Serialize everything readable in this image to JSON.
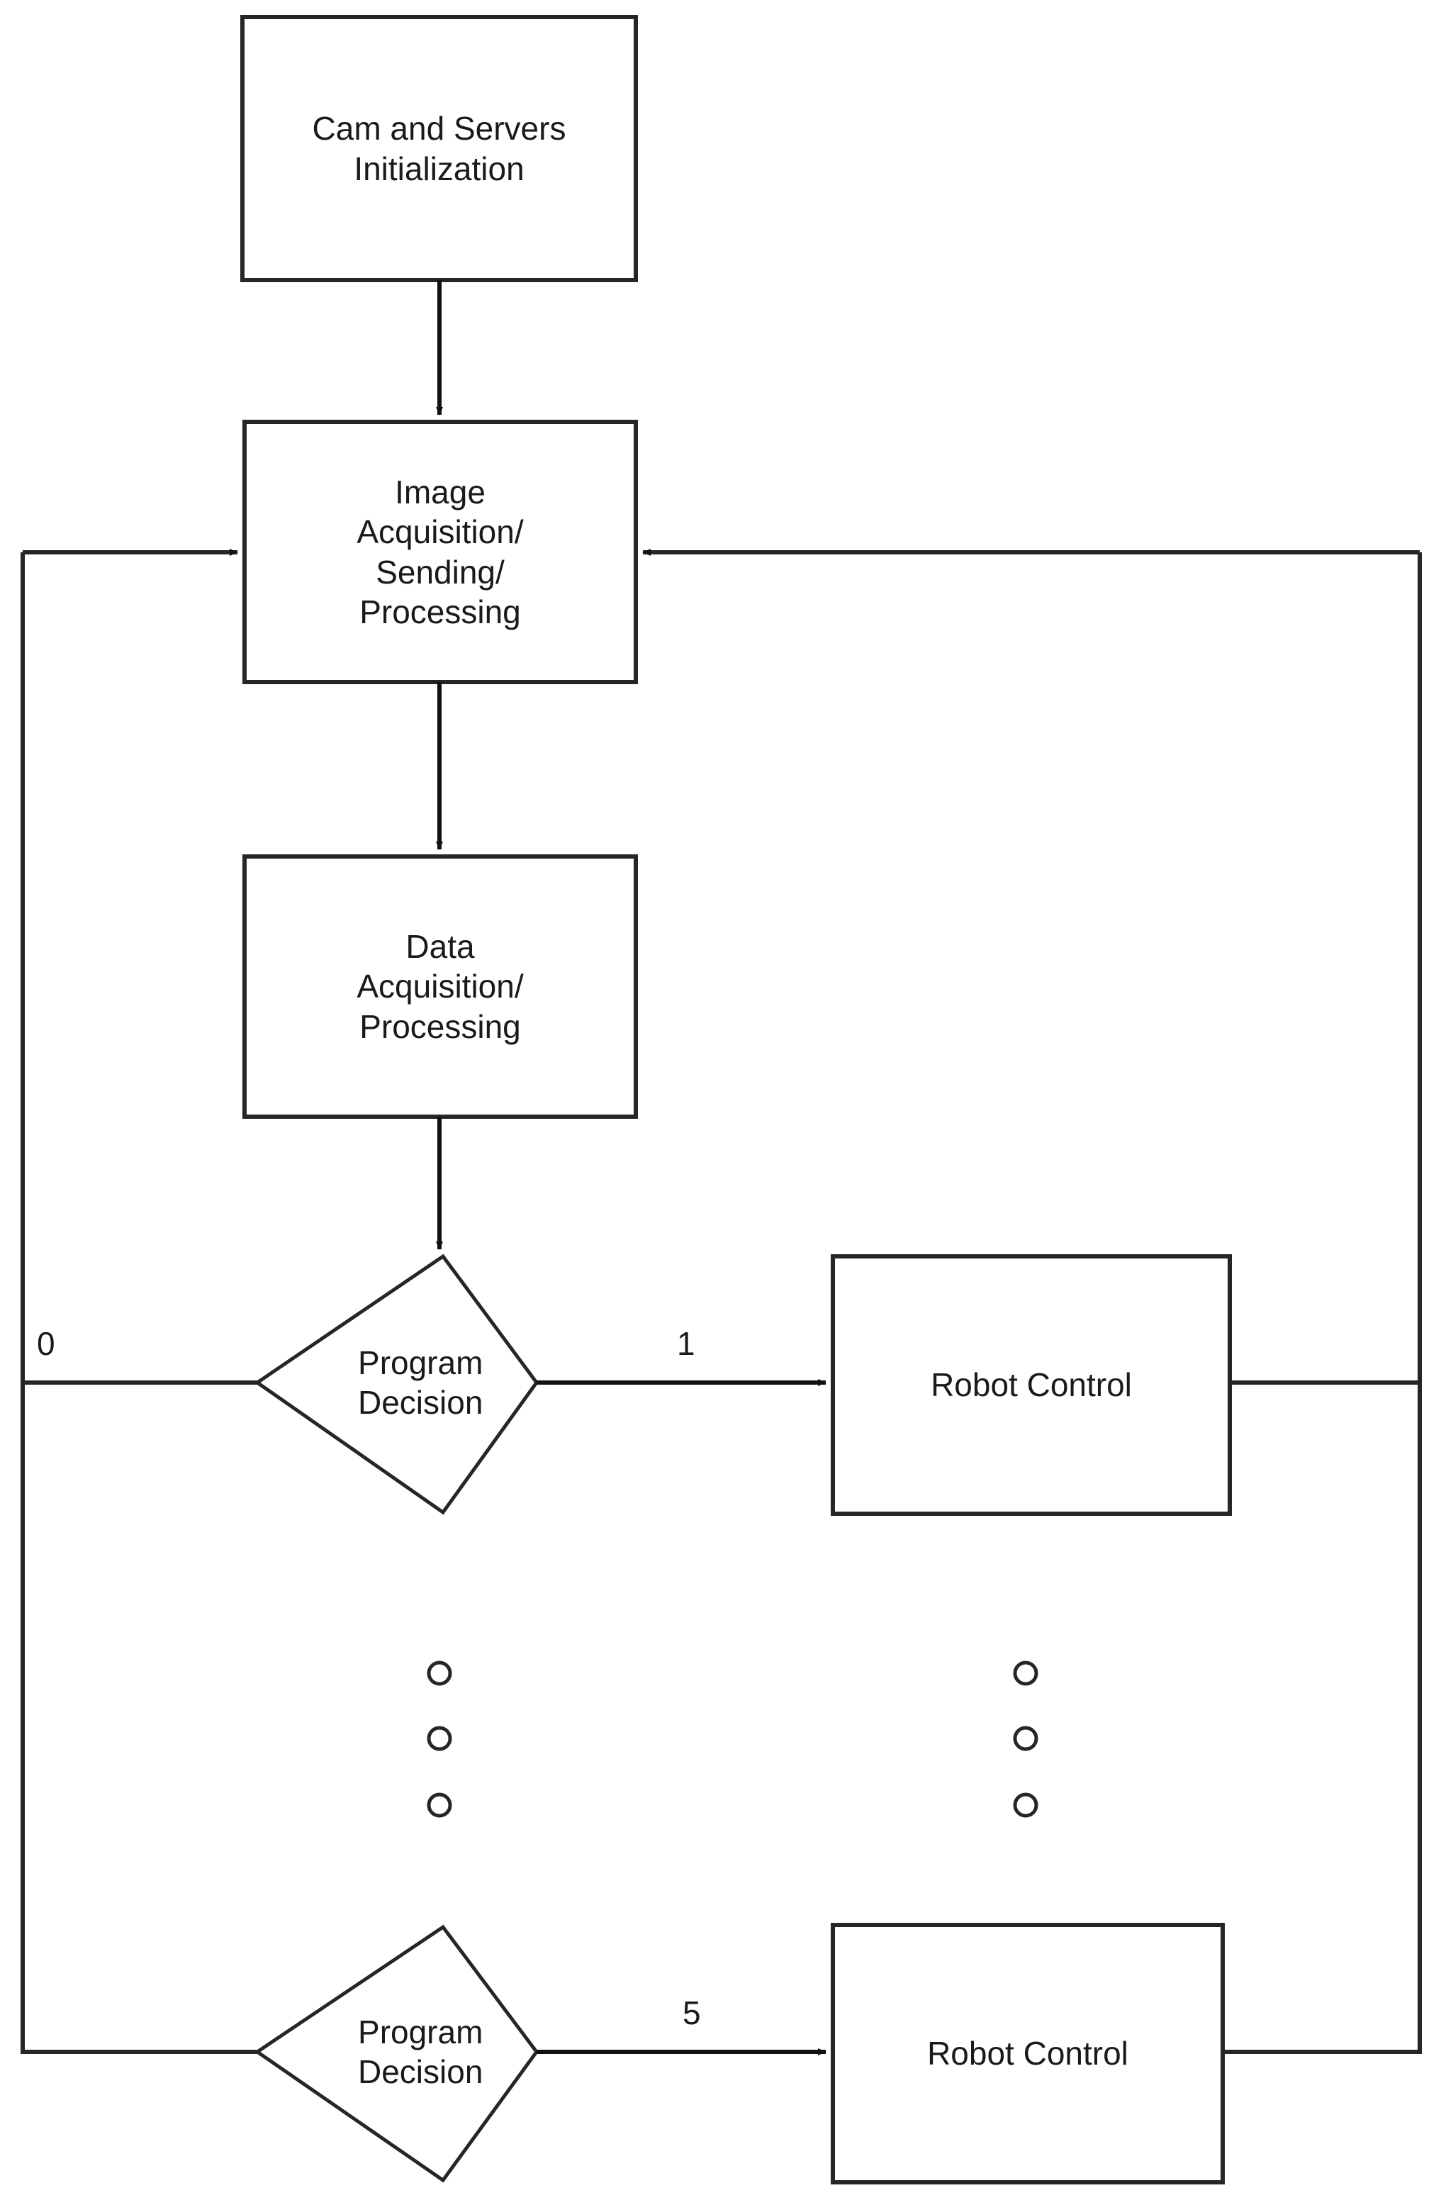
{
  "diagram": {
    "type": "flowchart",
    "title": "Robot vision control program flowchart",
    "background_color": "#ffffff",
    "stroke_color": "#262626",
    "text_color": "#1a1a1a",
    "nodes": [
      {
        "id": "init",
        "shape": "process",
        "label": "Cam and Servers\nInitialization"
      },
      {
        "id": "image",
        "shape": "process",
        "label": "Image\nAcquisition/\nSending/\nProcessing"
      },
      {
        "id": "data",
        "shape": "process",
        "label": "Data\nAcquisition/\nProcessing"
      },
      {
        "id": "decision1",
        "shape": "decision",
        "label": "Program\nDecision"
      },
      {
        "id": "robot1",
        "shape": "process",
        "label": "Robot Control"
      },
      {
        "id": "decision2",
        "shape": "decision",
        "label": "Program\nDecision"
      },
      {
        "id": "robot2",
        "shape": "process",
        "label": "Robot Control"
      }
    ],
    "edge_labels": {
      "decision1_false": "0",
      "decision1_true": "1",
      "decision2_true": "5"
    },
    "ellipsis": {
      "glyph": "circle-outline",
      "count_per_column": 3,
      "columns": 2
    }
  }
}
